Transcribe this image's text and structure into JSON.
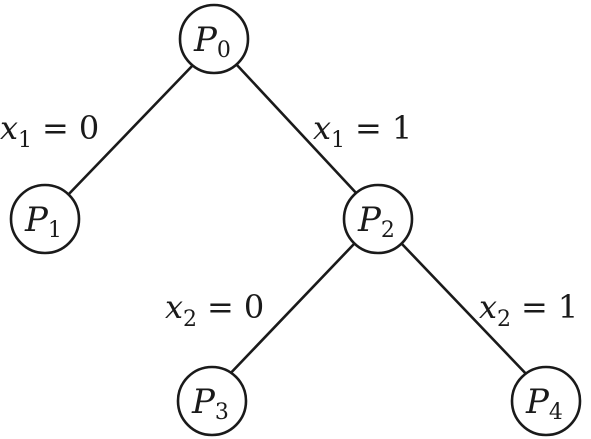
{
  "diagram": {
    "nodes": [
      {
        "id": "P0",
        "symbol": "P",
        "index": "0"
      },
      {
        "id": "P1",
        "symbol": "P",
        "index": "1"
      },
      {
        "id": "P2",
        "symbol": "P",
        "index": "2"
      },
      {
        "id": "P3",
        "symbol": "P",
        "index": "3"
      },
      {
        "id": "P4",
        "symbol": "P",
        "index": "4"
      }
    ],
    "edges": [
      {
        "from": "P0",
        "to": "P1",
        "var": "x",
        "var_index": "1",
        "relation": "=",
        "value": "0"
      },
      {
        "from": "P0",
        "to": "P2",
        "var": "x",
        "var_index": "1",
        "relation": "=",
        "value": "1"
      },
      {
        "from": "P2",
        "to": "P3",
        "var": "x",
        "var_index": "2",
        "relation": "=",
        "value": "0"
      },
      {
        "from": "P2",
        "to": "P4",
        "var": "x",
        "var_index": "2",
        "relation": "=",
        "value": "1"
      }
    ]
  }
}
